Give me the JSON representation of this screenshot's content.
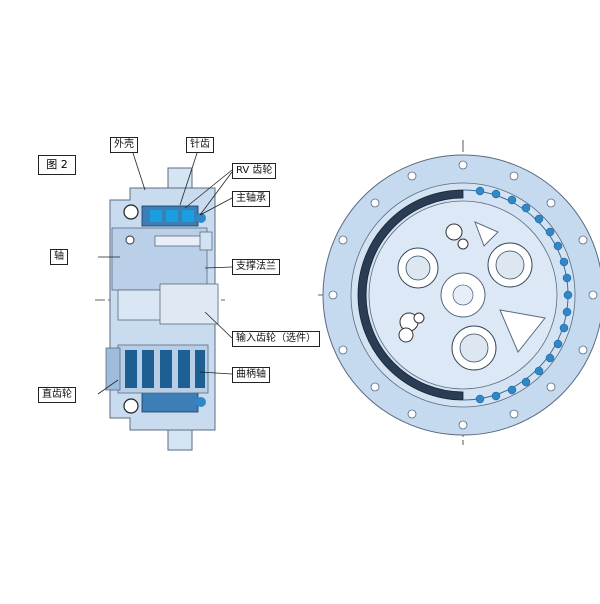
{
  "figure": {
    "title": "图 2"
  },
  "labels": {
    "housing": "外壳",
    "pin_gear": "针齿",
    "rv_gear": "RV 齿轮",
    "main_bearing": "主轴承",
    "shaft": "轴",
    "support_flange": "支撑法兰",
    "input_gear": "输入齿轮（选件）",
    "crankshaft": "曲柄轴",
    "spur_gear": "直齿轮"
  },
  "colors": {
    "body_fill": "#c9dcef",
    "body_stroke": "#5a6b80",
    "light_fill": "#e3edf7",
    "pin_blue": "#2f88c8",
    "highlight_blue": "#1aa0e0",
    "dark": "#2a2f3a"
  }
}
